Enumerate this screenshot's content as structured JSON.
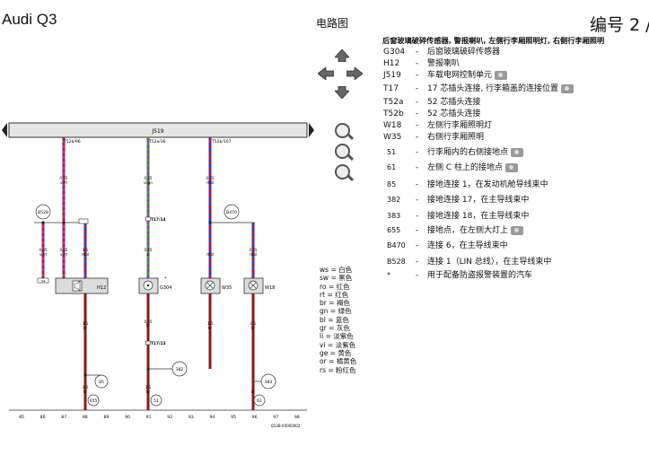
{
  "header": {
    "car_model": "Audi Q3",
    "doc_type": "电路图",
    "doc_no": "编号 2 /"
  },
  "legend": {
    "title": "后窗玻璃破碎传感器, 警报喇叭, 左侧行李厢照明灯, 右侧行李厢照明",
    "items": [
      {
        "code": "G304",
        "text": "后窗玻璃破碎传感器",
        "camera": false,
        "small": false
      },
      {
        "code": "H12",
        "text": "警报喇叭",
        "camera": false,
        "small": false
      },
      {
        "code": "J519",
        "text": "车载电网控制单元",
        "camera": true,
        "small": false
      },
      {
        "code": "T17",
        "text": "17 芯插头连接, 行李箱盖的连接位置",
        "camera": true,
        "small": false
      },
      {
        "code": "T52a",
        "text": "52 芯插头连接",
        "camera": false,
        "small": false
      },
      {
        "code": "T52b",
        "text": "52 芯插头连接",
        "camera": false,
        "small": false
      },
      {
        "code": "W18",
        "text": "左侧行李厢照明灯",
        "camera": false,
        "small": false
      },
      {
        "code": "W35",
        "text": "右侧行李厢照明",
        "camera": false,
        "small": false
      },
      {
        "code": "51",
        "text": "行李厢内的右侧接地点",
        "camera": true,
        "small": true
      },
      {
        "code": "61",
        "text": "左侧 C 柱上的接地点",
        "camera": true,
        "small": true
      },
      {
        "code": "85",
        "text": "接地连接 1，在发动机舱导线束中",
        "camera": false,
        "small": true
      },
      {
        "code": "382",
        "text": "接地连接 17，在主导线束中",
        "camera": false,
        "small": true
      },
      {
        "code": "383",
        "text": "接地连接 18，在主导线束中",
        "camera": false,
        "small": true
      },
      {
        "code": "655",
        "text": "接地点，在左侧大灯上",
        "camera": true,
        "small": true
      },
      {
        "code": "B470",
        "text": "连接 6，在主导线束中",
        "camera": false,
        "small": true
      },
      {
        "code": "B528",
        "text": "连接 1（LIN 总线），在主导线束中",
        "camera": false,
        "small": true
      },
      {
        "code": "*",
        "text": "用于配备防盗报警装置的汽车",
        "camera": false,
        "small": true
      }
    ]
  },
  "color_codes": [
    {
      "code": "ws",
      "name": "白色"
    },
    {
      "code": "sw",
      "name": "黑色"
    },
    {
      "code": "ro",
      "name": "红色"
    },
    {
      "code": "rt",
      "name": "红色"
    },
    {
      "code": "br",
      "name": "褐色"
    },
    {
      "code": "gn",
      "name": "绿色"
    },
    {
      "code": "bl",
      "name": "蓝色"
    },
    {
      "code": "gr",
      "name": "灰色"
    },
    {
      "code": "li",
      "name": "淡紫色"
    },
    {
      "code": "vi",
      "name": "淡紫色"
    },
    {
      "code": "ge",
      "name": "黄色"
    },
    {
      "code": "or",
      "name": "橘黄色"
    },
    {
      "code": "rs",
      "name": "粉红色"
    }
  ],
  "diagram": {
    "control_unit": "J519",
    "wire_colors": {
      "red": "#c8102e",
      "blue": "#1f3fd0",
      "violet": "#8c3fb0",
      "green": "#2aa02a",
      "brown": "#8b1a1a",
      "white": "#ffffff"
    },
    "pins": [
      "T52b/96",
      "T52a/36",
      "T52b/107"
    ],
    "connector_t17_top": "T17/14",
    "connector_t17_bottom": "T17/13",
    "wire_sizes": [
      "0.35",
      "0.35",
      "0.35",
      "1.5",
      "0.35",
      "0.35",
      "0.35",
      "0.35",
      "0.35",
      "1.5",
      "1.5",
      "4.0",
      "1.5",
      "0.5",
      "0.5",
      "0.5",
      "0.5",
      "2.5",
      "1.5"
    ],
    "wire_color_labels": [
      "vi/rt",
      "vi/gn",
      "rt/bl",
      "vi/rt",
      "vi/rt",
      "rt/bl",
      "vi",
      "rt/bl",
      "rt/bl",
      "br",
      "br",
      "br",
      "br",
      "br",
      "br",
      "br"
    ],
    "components": {
      "horn": "H12",
      "sensor": "G304",
      "lamp_left": "W35",
      "lamp_right": "W18",
      "star": "*"
    },
    "nodes": [
      "B528",
      "B470",
      "85",
      "382",
      "383",
      "655",
      "51",
      "61"
    ],
    "tab_labels": [
      "54"
    ],
    "bottom_numbers": [
      "85",
      "86",
      "87",
      "88",
      "89",
      "90",
      "91",
      "92",
      "93",
      "94",
      "95",
      "96",
      "97",
      "98"
    ],
    "footer_code": "Q13B-00000002"
  }
}
